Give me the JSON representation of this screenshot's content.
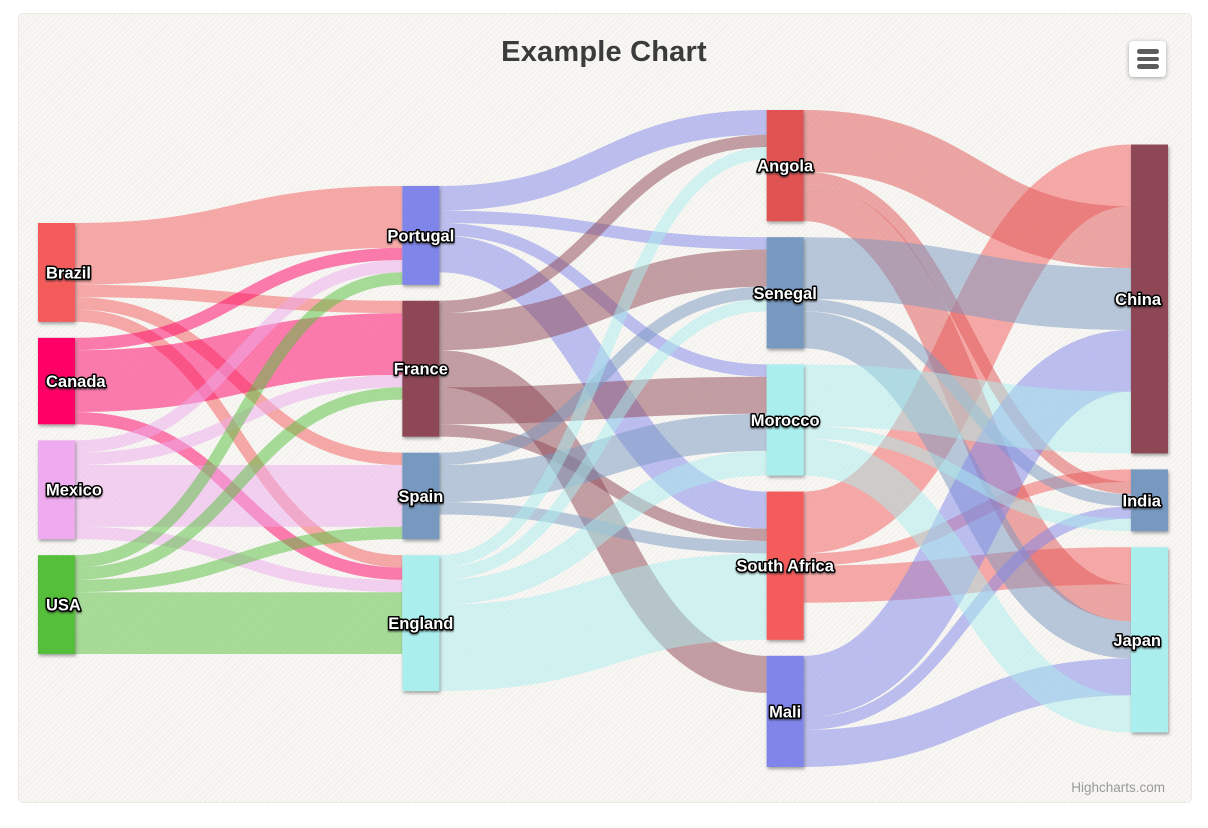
{
  "credits": "Highcharts.com",
  "menu": {
    "icon": "hamburger-icon"
  },
  "chart_data": {
    "type": "sankey",
    "title": "Example Chart",
    "link_opacity": 0.5,
    "label_color": "#ffffff",
    "label_outline": "#000000",
    "title_color": "#3b3b3b",
    "credits_color": "#999999",
    "nodes": [
      {
        "id": "Brazil",
        "column": 0,
        "color": "#f45b5b"
      },
      {
        "id": "Canada",
        "column": 0,
        "color": "#ff0066"
      },
      {
        "id": "Mexico",
        "column": 0,
        "color": "#eeaaee"
      },
      {
        "id": "USA",
        "column": 0,
        "color": "#55BF3B"
      },
      {
        "id": "Portugal",
        "column": 1,
        "color": "#8085e9"
      },
      {
        "id": "France",
        "column": 1,
        "color": "#8d4654"
      },
      {
        "id": "Spain",
        "column": 1,
        "color": "#7798BF"
      },
      {
        "id": "England",
        "column": 1,
        "color": "#aaeeee"
      },
      {
        "id": "Angola",
        "column": 2,
        "color": "#DF5353"
      },
      {
        "id": "Senegal",
        "column": 2,
        "color": "#7798BF"
      },
      {
        "id": "Morocco",
        "column": 2,
        "color": "#aaeeee"
      },
      {
        "id": "South Africa",
        "column": 2,
        "color": "#f45b5b"
      },
      {
        "id": "Mali",
        "column": 2,
        "color": "#8085e9"
      },
      {
        "id": "China",
        "column": 3,
        "color": "#8d4654"
      },
      {
        "id": "India",
        "column": 3,
        "color": "#7798BF"
      },
      {
        "id": "Japan",
        "column": 3,
        "color": "#aaeeee"
      }
    ],
    "links": [
      {
        "from": "Brazil",
        "to": "Portugal",
        "weight": 5
      },
      {
        "from": "Brazil",
        "to": "France",
        "weight": 1
      },
      {
        "from": "Brazil",
        "to": "Spain",
        "weight": 1
      },
      {
        "from": "Brazil",
        "to": "England",
        "weight": 1
      },
      {
        "from": "Canada",
        "to": "Portugal",
        "weight": 1
      },
      {
        "from": "Canada",
        "to": "France",
        "weight": 5
      },
      {
        "from": "Canada",
        "to": "England",
        "weight": 1
      },
      {
        "from": "Mexico",
        "to": "Portugal",
        "weight": 1
      },
      {
        "from": "Mexico",
        "to": "France",
        "weight": 1
      },
      {
        "from": "Mexico",
        "to": "Spain",
        "weight": 5
      },
      {
        "from": "Mexico",
        "to": "England",
        "weight": 1
      },
      {
        "from": "USA",
        "to": "Portugal",
        "weight": 1
      },
      {
        "from": "USA",
        "to": "France",
        "weight": 1
      },
      {
        "from": "USA",
        "to": "Spain",
        "weight": 1
      },
      {
        "from": "USA",
        "to": "England",
        "weight": 5
      },
      {
        "from": "Portugal",
        "to": "Angola",
        "weight": 2
      },
      {
        "from": "Portugal",
        "to": "Senegal",
        "weight": 1
      },
      {
        "from": "Portugal",
        "to": "Morocco",
        "weight": 1
      },
      {
        "from": "Portugal",
        "to": "South Africa",
        "weight": 3
      },
      {
        "from": "France",
        "to": "Angola",
        "weight": 1
      },
      {
        "from": "France",
        "to": "Senegal",
        "weight": 3
      },
      {
        "from": "France",
        "to": "Mali",
        "weight": 3
      },
      {
        "from": "France",
        "to": "Morocco",
        "weight": 3
      },
      {
        "from": "France",
        "to": "South Africa",
        "weight": 1
      },
      {
        "from": "Spain",
        "to": "Senegal",
        "weight": 1
      },
      {
        "from": "Spain",
        "to": "Morocco",
        "weight": 3
      },
      {
        "from": "Spain",
        "to": "South Africa",
        "weight": 1
      },
      {
        "from": "England",
        "to": "Angola",
        "weight": 1
      },
      {
        "from": "England",
        "to": "Senegal",
        "weight": 1
      },
      {
        "from": "England",
        "to": "Morocco",
        "weight": 2
      },
      {
        "from": "England",
        "to": "South Africa",
        "weight": 7
      },
      {
        "from": "South Africa",
        "to": "China",
        "weight": 5
      },
      {
        "from": "South Africa",
        "to": "India",
        "weight": 1
      },
      {
        "from": "South Africa",
        "to": "Japan",
        "weight": 3
      },
      {
        "from": "Angola",
        "to": "China",
        "weight": 5
      },
      {
        "from": "Angola",
        "to": "India",
        "weight": 1
      },
      {
        "from": "Angola",
        "to": "Japan",
        "weight": 3
      },
      {
        "from": "Senegal",
        "to": "China",
        "weight": 5
      },
      {
        "from": "Senegal",
        "to": "India",
        "weight": 1
      },
      {
        "from": "Senegal",
        "to": "Japan",
        "weight": 3
      },
      {
        "from": "Mali",
        "to": "China",
        "weight": 5
      },
      {
        "from": "Mali",
        "to": "India",
        "weight": 1
      },
      {
        "from": "Mali",
        "to": "Japan",
        "weight": 3
      },
      {
        "from": "Morocco",
        "to": "China",
        "weight": 5
      },
      {
        "from": "Morocco",
        "to": "India",
        "weight": 1
      },
      {
        "from": "Morocco",
        "to": "Japan",
        "weight": 3
      }
    ],
    "layout_hints": {
      "columns": 4,
      "legend": "none",
      "grid": "off",
      "labels": "on-node, white with dark outline",
      "background": "sand paper texture"
    }
  }
}
